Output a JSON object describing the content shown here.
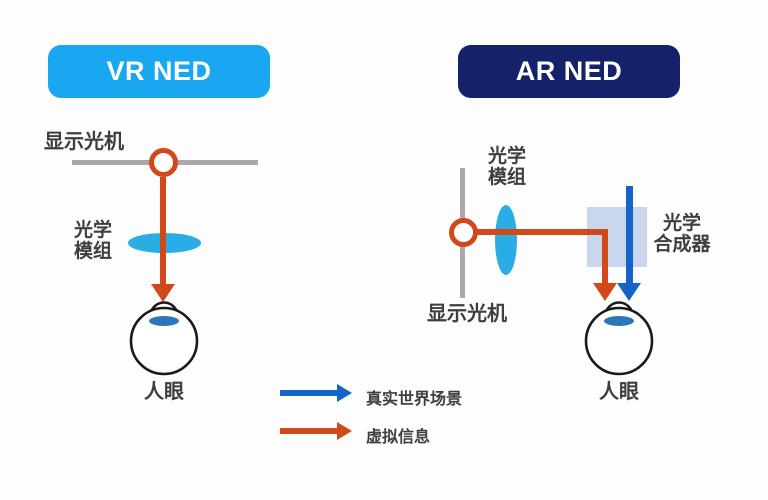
{
  "badges": {
    "vr": "VR NED",
    "ar": "AR NED"
  },
  "vr_diagram": {
    "display_engine_label": "显示光机",
    "optics_module_line1": "光学",
    "optics_module_line2": "模组",
    "eye_label": "人眼"
  },
  "ar_diagram": {
    "optics_module_line1": "光学",
    "optics_module_line2": "模组",
    "combiner_line1": "光学",
    "combiner_line2": "合成器",
    "display_engine_label": "显示光机",
    "eye_label": "人眼"
  },
  "legend": {
    "real_world_label": "真实世界场景",
    "virtual_info_label": "虚拟信息"
  },
  "colors": {
    "vr_badge": "#18a7f0",
    "ar_badge": "#152168",
    "orange": "#d1491b",
    "blue": "#1465c7",
    "cyan": "#29ade4",
    "gray_line": "#a9a9a9",
    "combiner": "#c9d7ee",
    "text": "#3e3e3e",
    "eye_lens": "#2c77ba",
    "eye_outline": "#1a1a1a"
  }
}
